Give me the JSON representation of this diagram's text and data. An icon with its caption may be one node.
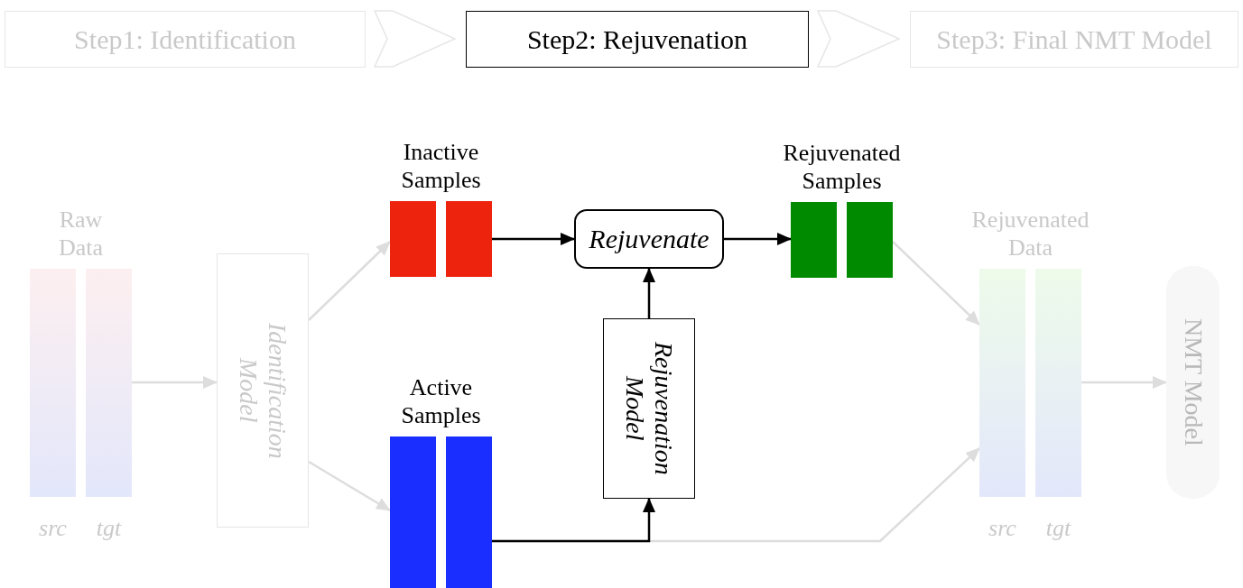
{
  "diagram": {
    "nodes": [
      {
        "text": [
          "Step1: Identification"
        ]
      },
      {
        "text": [
          "Step2: Rejuvenation"
        ]
      },
      {
        "text": [
          "Step3: Final NMT Model"
        ]
      },
      {
        "text": [
          "Raw Data"
        ],
        "beside": [
          "src",
          "tgt"
        ]
      },
      {
        "text": [
          "Identification Model"
        ]
      },
      {
        "text": [
          "Inactive Samples"
        ]
      },
      {
        "text": [
          "Active Samples"
        ]
      },
      {
        "text": [
          "Rejuvenate"
        ]
      },
      {
        "text": [
          "Rejuvenation Model"
        ]
      },
      {
        "text": [
          "Rejuvenated Samples"
        ]
      },
      {
        "text": [
          "Rejuvenated Data"
        ],
        "beside": [
          "src",
          "tgt"
        ]
      },
      {
        "text": [
          "NMT Model"
        ]
      }
    ],
    "edges": [
      {
        "from": 0,
        "to": 1,
        "arrow": "to"
      },
      {
        "from": 1,
        "to": 2,
        "arrow": "to"
      },
      {
        "from": 3,
        "to": 4,
        "arrow": "to"
      },
      {
        "from": 4,
        "to": 5,
        "arrow": "to"
      },
      {
        "from": 4,
        "to": 6,
        "arrow": "to"
      },
      {
        "from": 6,
        "to": 10,
        "arrow": "to"
      },
      {
        "from": 5,
        "to": 7,
        "arrow": "to",
        "color": "#000000"
      },
      {
        "from": 7,
        "to": 9,
        "arrow": "to",
        "color": "#000000"
      },
      {
        "from": 8,
        "to": 7,
        "arrow": "to",
        "color": "#000000"
      },
      {
        "from": 6,
        "to": 8,
        "arrow": "to",
        "color": "#000000"
      },
      {
        "from": 9,
        "to": 10,
        "arrow": "to"
      },
      {
        "from": 10,
        "to": 11,
        "arrow": "to"
      }
    ]
  }
}
